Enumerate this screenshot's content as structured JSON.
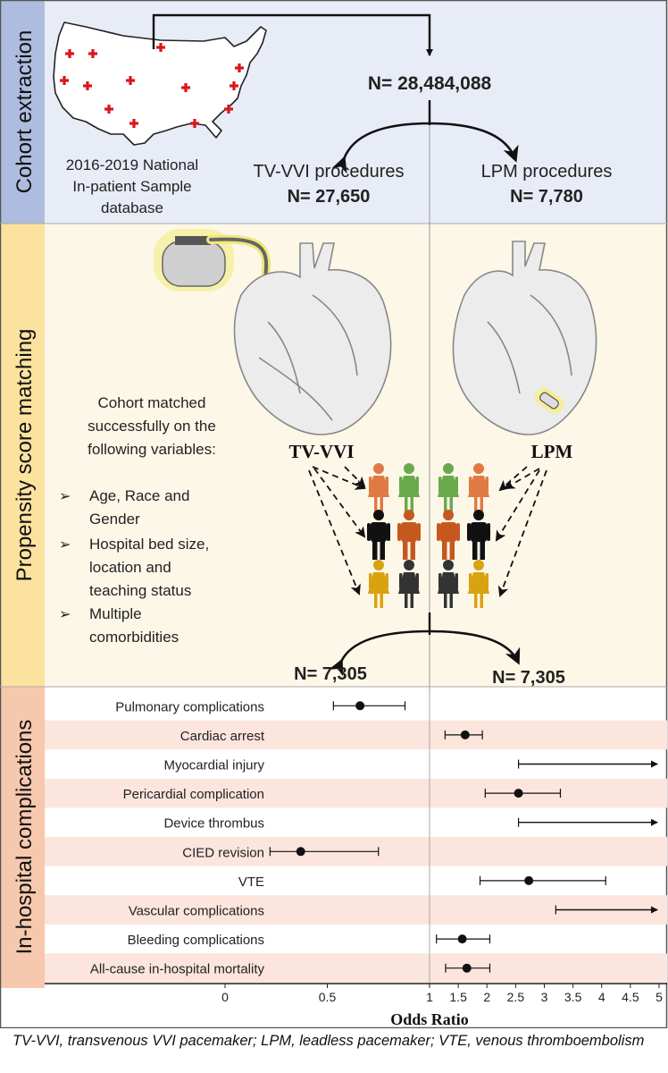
{
  "sections": [
    {
      "key": "cohort",
      "label": "Cohort extraction",
      "bg": "#e8ecf6",
      "tab": "#aebcdf"
    },
    {
      "key": "psm",
      "label": "Propensity score matching",
      "bg": "#fdf7e8",
      "tab": "#fbe29f"
    },
    {
      "key": "complications",
      "label": "In-hospital complications",
      "bg": "#ffffff",
      "tab": "#f6c8ad"
    }
  ],
  "cohort": {
    "map_caption": [
      "2016-2019 National",
      "In-patient Sample",
      "database"
    ],
    "total": "N= 28,484,088",
    "left_title": "TV-VVI  procedures",
    "left_n": "N= 27,650",
    "right_title": "LPM procedures",
    "right_n": "N= 7,780"
  },
  "psm": {
    "matched_text": [
      "Cohort matched",
      "successfully on the",
      "following variables:"
    ],
    "variables": [
      [
        "Age, Race and",
        "Gender"
      ],
      [
        "Hospital bed size,",
        "location and",
        "teaching status"
      ],
      [
        "Multiple",
        "comorbidities"
      ]
    ],
    "left_label": "TV-VVI",
    "right_label": "LPM",
    "left_n": "N= 7,305",
    "right_n": "N= 7,305",
    "figure_colors": [
      "#e07a45",
      "#6aaa4c",
      "#111111",
      "#c6581f",
      "#d9a20f",
      "#333333"
    ]
  },
  "colors": {
    "stripe": "#fbe5dc",
    "accent_red": "#d9161c",
    "dark": "#111111"
  },
  "chart_data": {
    "type": "forest",
    "xlabel": "Odds Ratio",
    "xlim": [
      0,
      5
    ],
    "reference_line": 1,
    "scale": "piecewise: 0-1 and 1-5",
    "ticks": [
      "0",
      "0.5",
      "1",
      "1.5",
      "2",
      "2.5",
      "3",
      "3.5",
      "4",
      "4.5",
      "5"
    ],
    "rows": [
      {
        "label": "Pulmonary complications",
        "or": 0.66,
        "lo": 0.53,
        "hi": 0.88,
        "arrow": false
      },
      {
        "label": "Cardiac arrest",
        "or": 1.62,
        "lo": 1.27,
        "hi": 1.92,
        "arrow": false
      },
      {
        "label": "Myocardial injury",
        "or": null,
        "lo": 2.55,
        "hi": 5,
        "arrow": true
      },
      {
        "label": "Pericardial complication",
        "or": 2.55,
        "lo": 1.97,
        "hi": 3.28,
        "arrow": false
      },
      {
        "label": "Device thrombus",
        "or": null,
        "lo": 2.55,
        "hi": 5,
        "arrow": true
      },
      {
        "label": "CIED revision",
        "or": 0.37,
        "lo": 0.22,
        "hi": 0.75,
        "arrow": false
      },
      {
        "label": "VTE",
        "or": 2.73,
        "lo": 1.88,
        "hi": 4.07,
        "arrow": false
      },
      {
        "label": "Vascular complications",
        "or": null,
        "lo": 3.2,
        "hi": 5,
        "arrow": true
      },
      {
        "label": "Bleeding complications",
        "or": 1.57,
        "lo": 1.12,
        "hi": 2.05,
        "arrow": false
      },
      {
        "label": "All-cause in-hospital mortality",
        "or": 1.65,
        "lo": 1.28,
        "hi": 2.05,
        "arrow": false
      }
    ]
  },
  "footnote": "TV-VVI, transvenous VVI pacemaker; LPM, leadless pacemaker; VTE, venous thromboembolism"
}
